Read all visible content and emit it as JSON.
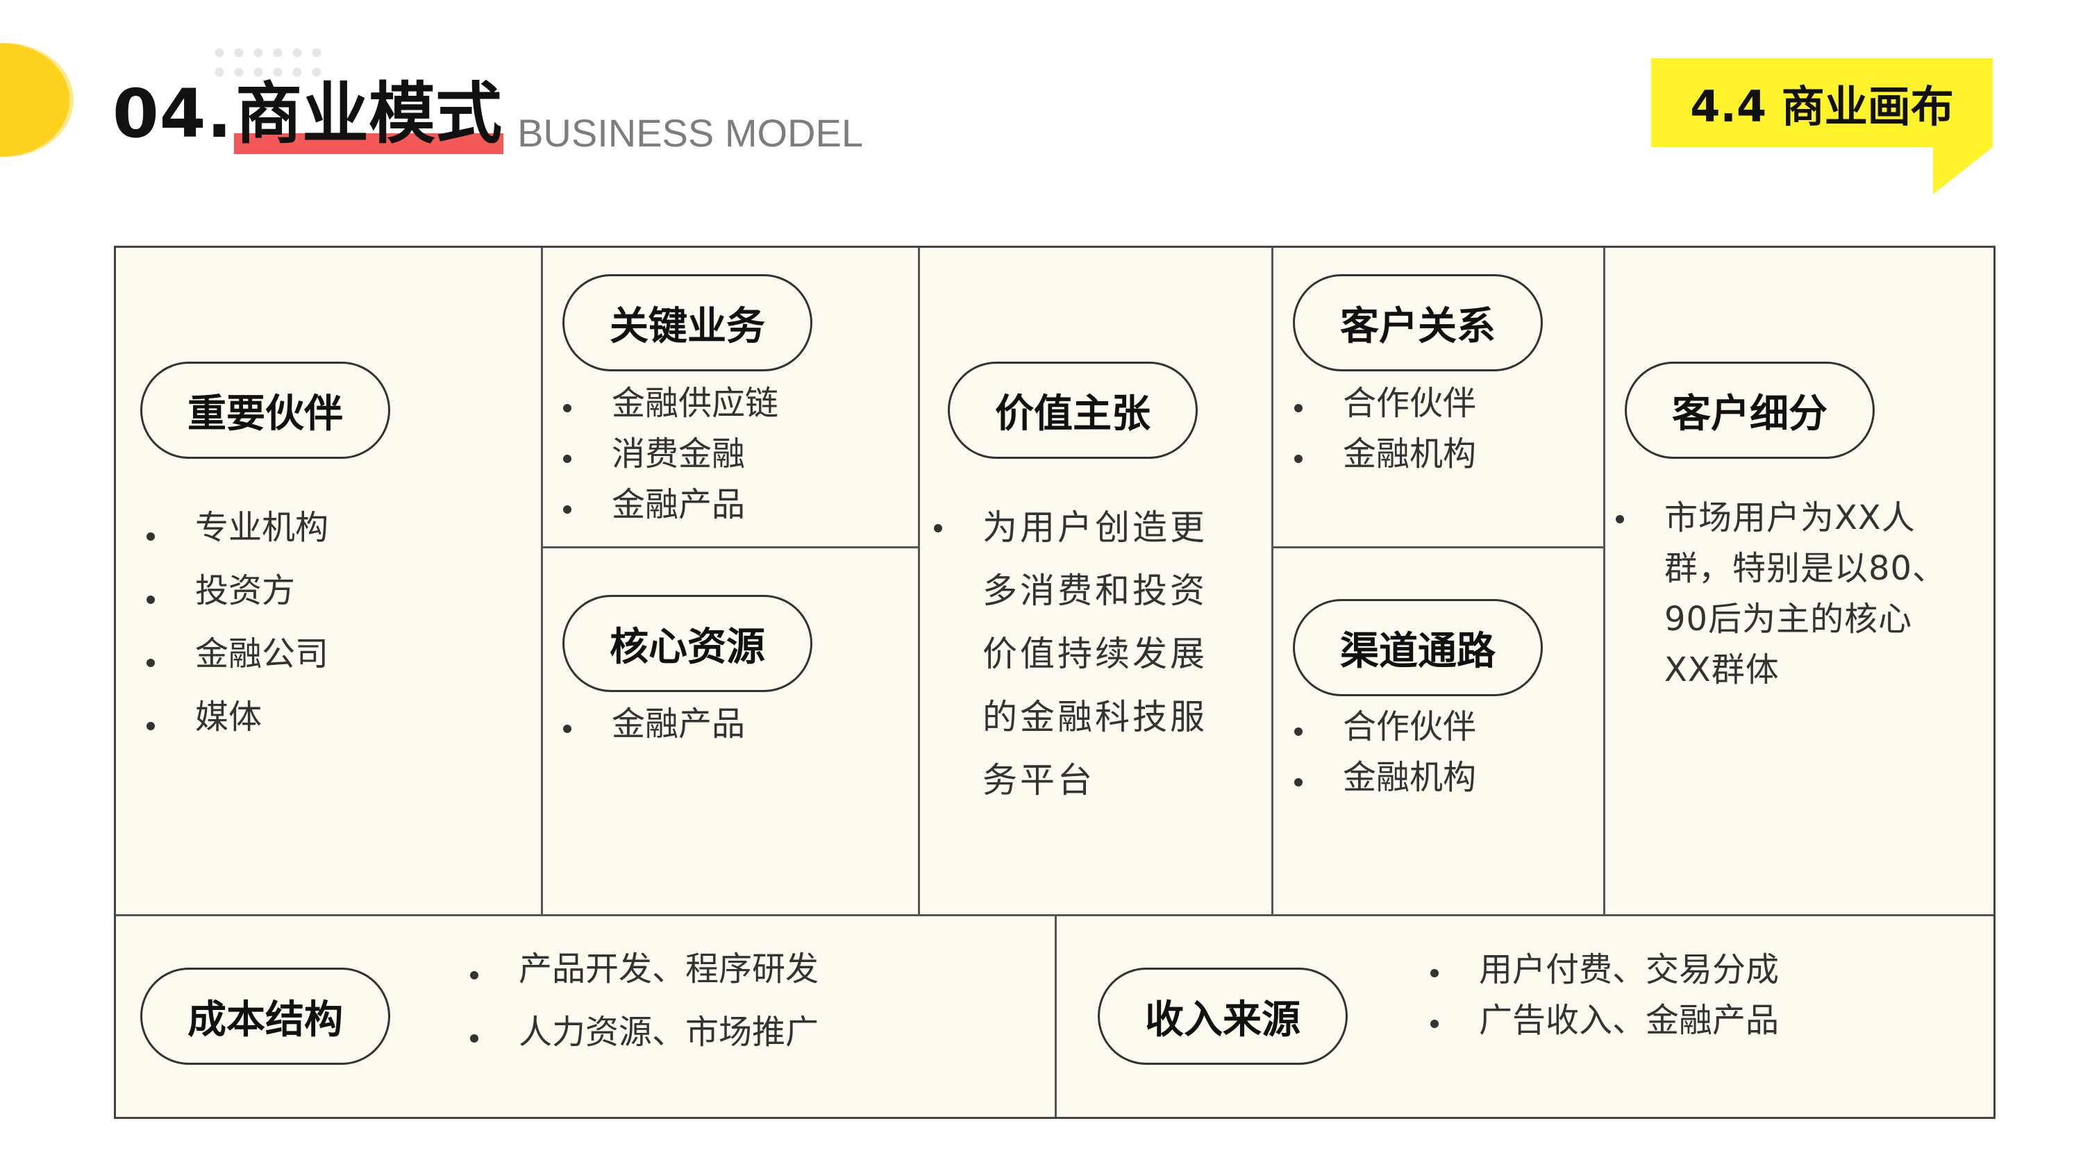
{
  "header": {
    "title_num": "04.",
    "title_cn": "商业模式",
    "title_en": "BUSINESS MODEL",
    "section_tag": "4.4 商业画布"
  },
  "canvas": {
    "key_partners": {
      "title": "重要伙伴",
      "items": [
        "专业机构",
        "投资方",
        "金融公司",
        "媒体"
      ]
    },
    "key_activities": {
      "title": "关键业务",
      "items": [
        "金融供应链",
        "消费金融",
        "金融产品"
      ]
    },
    "key_resources": {
      "title": "核心资源",
      "items": [
        "金融产品"
      ]
    },
    "value_proposition": {
      "title": "价值主张",
      "lines": [
        "为用户创造更",
        "多消费和投资",
        "价值持续发展",
        "的金融科技服",
        "务平台"
      ]
    },
    "customer_relationships": {
      "title": "客户关系",
      "items": [
        "合作伙伴",
        "金融机构"
      ]
    },
    "channels": {
      "title": "渠道通路",
      "items": [
        "合作伙伴",
        "金融机构"
      ]
    },
    "customer_segments": {
      "title": "客户细分",
      "lines": [
        "市场用户为XX人",
        "群，特别是以80、",
        "90后为主的核心",
        "XX群体"
      ]
    },
    "cost_structure": {
      "title": "成本结构",
      "items": [
        "产品开发、程序研发",
        "人力资源、市场推广"
      ]
    },
    "revenue_streams": {
      "title": "收入来源",
      "items": [
        "用户付费、交易分成",
        "广告收入、金融产品"
      ]
    }
  },
  "colors": {
    "accent_yellow": "#ffd21f",
    "tag_yellow": "#fff32c",
    "title_underline_red": "#f25a5a",
    "canvas_bg": "#fdfbef",
    "line": "#444444"
  }
}
